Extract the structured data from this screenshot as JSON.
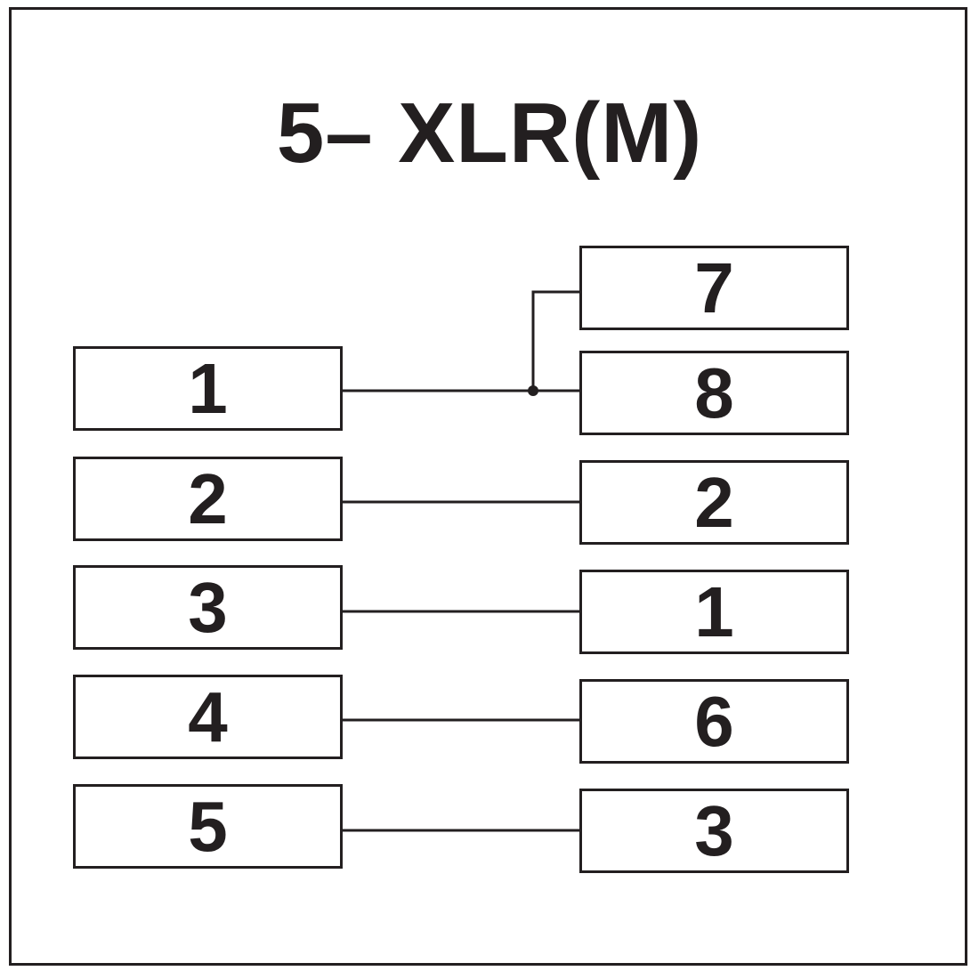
{
  "diagram": {
    "title": "5– XLR(M)",
    "line_color": "#231f20",
    "left_pins": [
      "1",
      "2",
      "3",
      "4",
      "5"
    ],
    "right_pins": [
      "7",
      "8",
      "2",
      "1",
      "6",
      "3"
    ],
    "connections": [
      {
        "from": "left-1",
        "to": [
          "right-7",
          "right-8"
        ]
      },
      {
        "from": "left-2",
        "to": [
          "right-2"
        ]
      },
      {
        "from": "left-3",
        "to": [
          "right-1"
        ]
      },
      {
        "from": "left-4",
        "to": [
          "right-6"
        ]
      },
      {
        "from": "left-5",
        "to": [
          "right-3"
        ]
      }
    ]
  }
}
